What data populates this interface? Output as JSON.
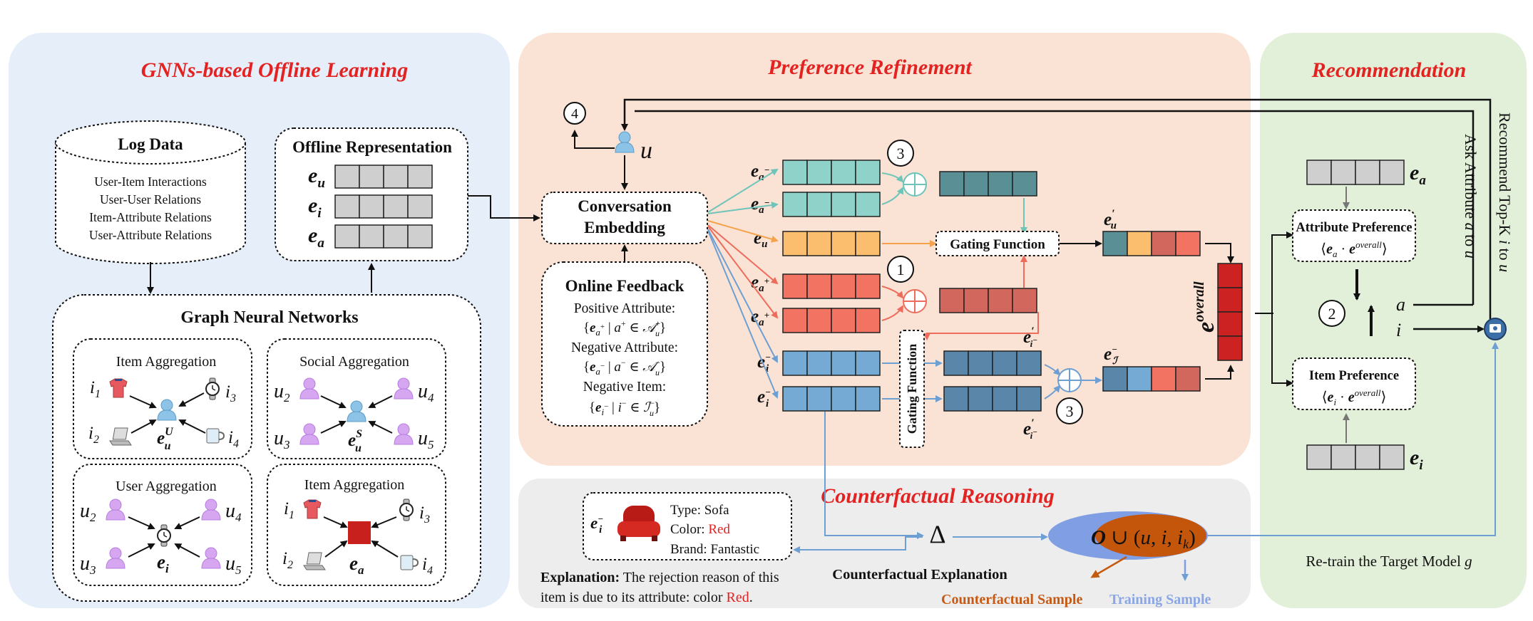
{
  "panels": {
    "offline_title": "GNNs-based Offline Learning",
    "refine_title": "Preference Refinement",
    "rec_title": "Recommendation",
    "cf_title": "Counterfactual Reasoning"
  },
  "log_data": {
    "title": "Log Data",
    "items": [
      "User-Item Interactions",
      "User-User Relations",
      "Item-Attribute Relations",
      "User-Attribute Relations"
    ]
  },
  "offline_rep": {
    "title": "Offline Representation",
    "rows": [
      "e",
      "e",
      "e"
    ],
    "subs": [
      "u",
      "i",
      "a"
    ]
  },
  "gnn": {
    "title": "Graph Neural Networks",
    "item_agg": "Item Aggregation",
    "social_agg": "Social Aggregation",
    "user_agg": "User Aggregation",
    "item_agg2": "Item Aggregation"
  },
  "conversation": {
    "line1": "Conversation",
    "line2": "Embedding"
  },
  "online_feedback": {
    "title": "Online Feedback",
    "pos": "Positive Attribute:",
    "pos_set": "{e_a+ | a+ ∈ A_u+}",
    "neg": "Negative Attribute:",
    "neg_set": "{e_a− | a− ∈ A_u−}",
    "neg_item": "Negative Item:",
    "neg_item_set": "{e_i− | i− ∈ I_u−}"
  },
  "gating": {
    "h": "Gating Function",
    "v": "Gating Function"
  },
  "recommend": {
    "attr_pref": "Attribute Preference",
    "attr_formula": "⟨e_a · e^overall⟩",
    "item_pref": "Item Preference",
    "item_formula": "⟨e_i · e^overall⟩",
    "ask": "Ask Attribute a to u",
    "rec_topk": "Recommend Top-K i to u",
    "retrain": "Re-train the Target Model g",
    "a_label": "a",
    "i_label": "i"
  },
  "counterfactual": {
    "type": "Type: Sofa",
    "color_label": "Color: ",
    "color_value": "Red",
    "brand": "Brand: Fantastic",
    "explanation_bold": "Explanation:",
    "explanation_text1": " The rejection reason of this",
    "explanation_text2": "item is due to its attribute: color ",
    "explanation_red": "Red",
    "explanation_end": ".",
    "cf_explanation": "Counterfactual Explanation",
    "cf_sample": "Counterfactual Sample",
    "training_sample": "Training Sample",
    "delta": "Δ"
  },
  "steps": [
    "1",
    "2",
    "3",
    "3",
    "4"
  ],
  "colors": {
    "offline_bg": "#e6eefa",
    "refine_bg": "#fae3d4",
    "rec_bg": "#e3f0d9",
    "cf_bg": "#ededed",
    "teal": "#8fd2c9",
    "dteal": "#5b8f96",
    "orange": "#fbbd6e",
    "red": "#f27362",
    "dred": "#d2675e",
    "blue": "#74aad3",
    "dblue": "#5a86aa",
    "crimson": "#cc2222",
    "grey": "#cfcfcf"
  }
}
